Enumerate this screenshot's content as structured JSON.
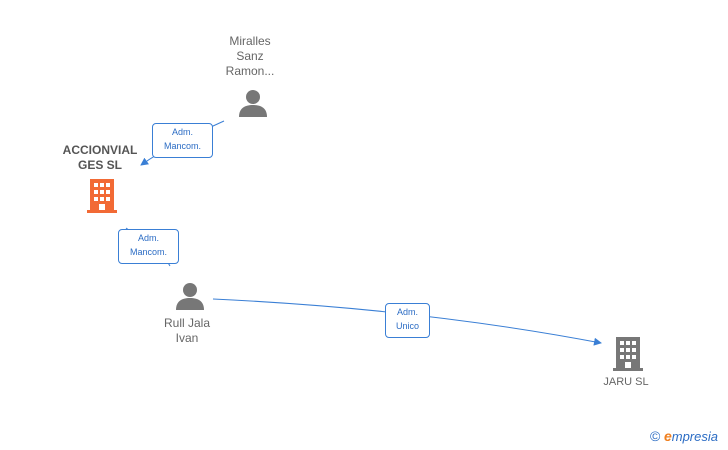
{
  "nodes": {
    "miralles": {
      "lines": [
        "Miralles",
        "Sanz",
        "Ramon..."
      ],
      "type": "person"
    },
    "accionvial": {
      "lines": [
        "ACCIONVIAL",
        "GES SL"
      ],
      "type": "company-main"
    },
    "rull": {
      "lines": [
        "Rull Jala",
        "Ivan"
      ],
      "type": "person"
    },
    "jaru": {
      "lines": [
        "JARU SL"
      ],
      "type": "company"
    }
  },
  "edges": [
    {
      "from": "miralles",
      "to": "accionvial",
      "label": [
        "Adm.",
        "Mancom."
      ]
    },
    {
      "from": "rull",
      "to": "accionvial",
      "label": [
        "Adm.",
        "Mancom."
      ]
    },
    {
      "from": "rull",
      "to": "jaru",
      "label": [
        "Adm.",
        "Unico"
      ]
    }
  ],
  "colors": {
    "edge": "#3a7fd5",
    "person_icon": "#777777",
    "company_main_icon": "#f26a35",
    "company_icon": "#777777"
  },
  "brand": {
    "copyright": "©",
    "e": "e",
    "name": "mpresia"
  }
}
